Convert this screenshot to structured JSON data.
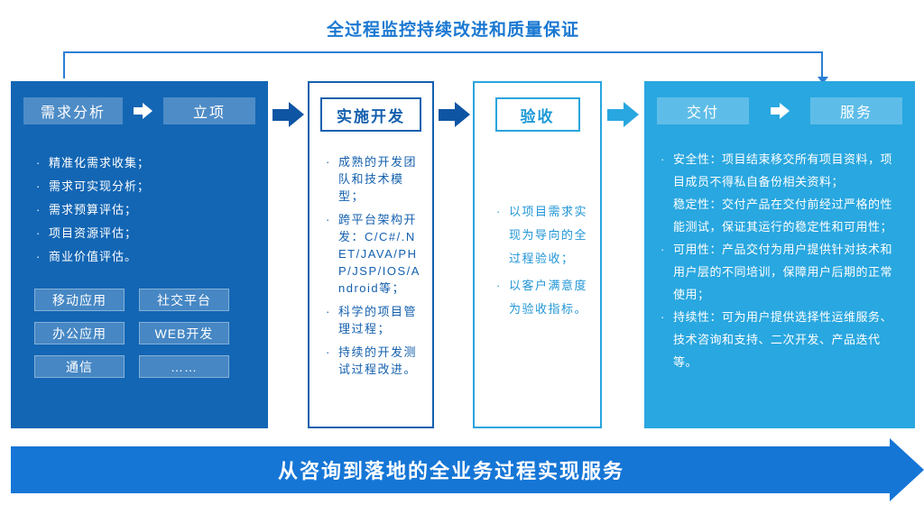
{
  "title": "全过程监控持续改进和质量保证",
  "ui": {
    "bullet_marker": "·"
  },
  "panel_requirements": {
    "header_left": "需求分析",
    "header_right": "立项",
    "bullets": [
      "精准化需求收集；",
      "需求可实现分析；",
      "需求预算评估；",
      "项目资源评估；",
      "商业价值评估。"
    ],
    "tags": [
      "移动应用",
      "社交平台",
      "办公应用",
      "WEB开发",
      "通信",
      "……"
    ]
  },
  "panel_development": {
    "header": "实施开发",
    "bullets": [
      "成熟的开发团队和技术模型；",
      "跨平台架构开发：C/C#/.NET/JAVA/PHP/JSP/IOS/Android等；",
      "科学的项目管理过程；",
      "持续的开发测试过程改进。"
    ]
  },
  "panel_acceptance": {
    "header": "验收",
    "bullets": [
      "以项目需求实现为导向的全过程验收；",
      "以客户满意度为验收指标。"
    ]
  },
  "panel_delivery": {
    "header_left": "交付",
    "header_right": "服务",
    "bullets": [
      {
        "marker": "·",
        "text": "安全性：项目结束移交所有项目资料，项目成员不得私自备份相关资料；"
      },
      {
        "marker": "",
        "text": "稳定性：交付产品在交付前经过严格的性能测试，保证其运行的稳定性和可用性；"
      },
      {
        "marker": "·",
        "text": "可用性：产品交付为用户提供针对技术和用户层的不同培训，保障用户后期的正常使用；"
      },
      {
        "marker": "·",
        "text": "持续性：可为用户提供选择性运维服务、技术咨询和支持、二次开发、产品迭代等。"
      }
    ]
  },
  "bottom_banner": {
    "label": "从咨询到落地的全业务过程实现服务"
  },
  "colors": {
    "dark_blue_panel": "#1366b4",
    "cyan_panel": "#29a7e0",
    "outline_dark_blue": "#1460ae",
    "outline_cyan": "#2aa4dd",
    "title_blue": "#1a78d2",
    "banner_blue": "#1576d6",
    "arrow_dark": "#0e55a4"
  }
}
